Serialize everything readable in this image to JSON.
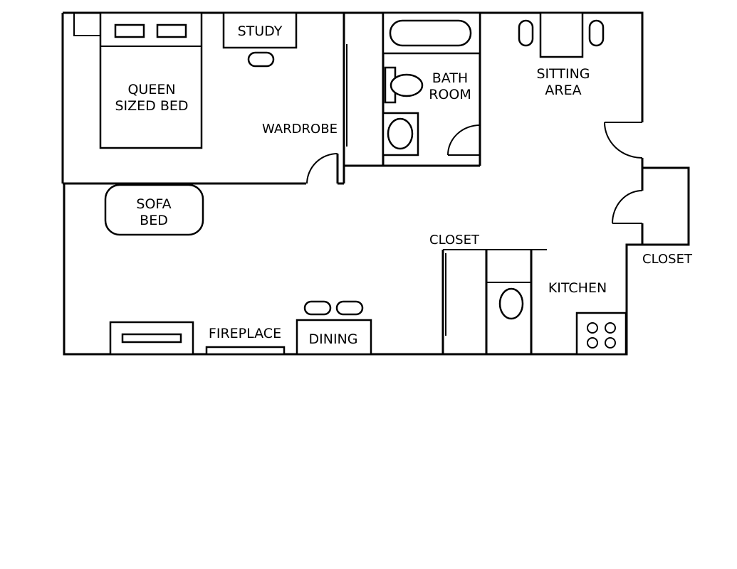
{
  "labels": {
    "study": "STUDY",
    "queen_bed": [
      "QUEEN",
      "SIZED BED"
    ],
    "wardrobe": "WARDROBE",
    "bathroom": [
      "BATH",
      "ROOM"
    ],
    "sitting_area": [
      "SITTING",
      "AREA"
    ],
    "sofa_bed": [
      "SOFA",
      "BED"
    ],
    "closet_center": "CLOSET",
    "closet_right": "CLOSET",
    "kitchen": "KITCHEN",
    "fireplace": "FIREPLACE",
    "dining": "DINING"
  }
}
